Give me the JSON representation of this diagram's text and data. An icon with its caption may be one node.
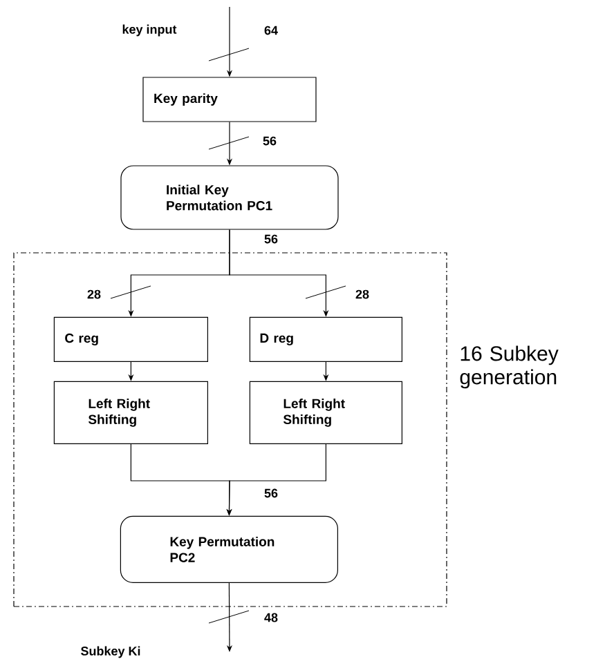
{
  "diagram": {
    "nodes": [
      {
        "text": [
          "Key parity"
        ]
      },
      {
        "text": [
          "Initial Key Permutation PC1"
        ]
      },
      {
        "text": [
          "16 Subkey generation"
        ]
      },
      {
        "text": [
          "C reg"
        ],
        "in": 2
      },
      {
        "text": [
          "D reg"
        ],
        "in": 2
      },
      {
        "text": [
          "Left Right Shifting"
        ],
        "in": 2
      },
      {
        "text": [
          "Left Right Shifting"
        ],
        "in": 2
      },
      {
        "text": [
          "Key Permutation PC2"
        ],
        "in": 2
      }
    ],
    "edges": [
      {
        "from": null,
        "to": 0,
        "arrow": "to",
        "label": "64"
      },
      {
        "from": 0,
        "to": 1,
        "arrow": "to",
        "label": "56"
      },
      {
        "from": 1,
        "to": 3,
        "arrow": "to",
        "label": "28"
      },
      {
        "from": 1,
        "to": 4,
        "arrow": "to",
        "label": "28"
      },
      {
        "from": 3,
        "to": 5,
        "arrow": "to"
      },
      {
        "from": 4,
        "to": 6,
        "arrow": "to"
      },
      {
        "from": 5,
        "to": 7,
        "arrow": "to"
      },
      {
        "from": 6,
        "to": 7,
        "arrow": "to"
      },
      {
        "from": 7,
        "to": null,
        "arrow": "to",
        "label": "48"
      }
    ],
    "labels": [
      "key input",
      "56",
      "56",
      "Subkey Ki"
    ]
  }
}
